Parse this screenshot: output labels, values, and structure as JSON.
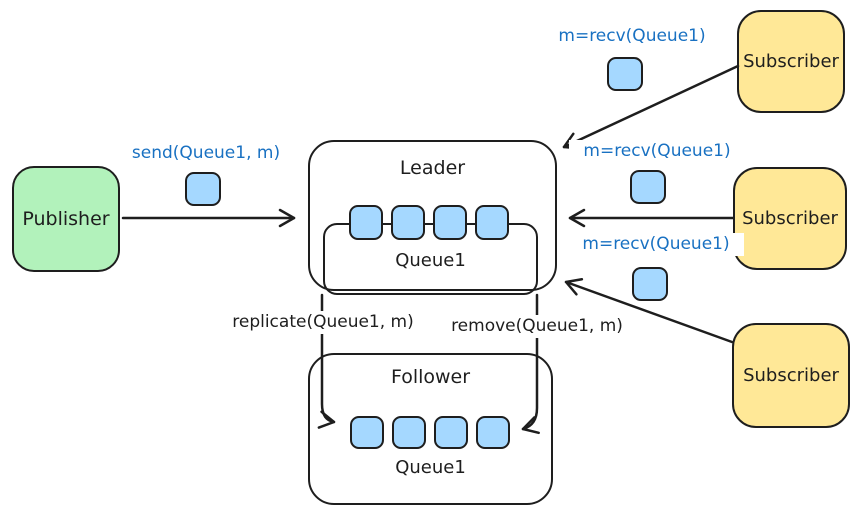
{
  "diagram": {
    "publisher": {
      "label": "Publisher"
    },
    "leader": {
      "title": "Leader",
      "queue_label": "Queue1",
      "queue_slot_count": 4
    },
    "follower": {
      "title": "Follower",
      "queue_label": "Queue1",
      "queue_slot_count": 4
    },
    "subscribers": [
      {
        "label": "Subscriber"
      },
      {
        "label": "Subscriber"
      },
      {
        "label": "Subscriber"
      }
    ],
    "edge_labels": {
      "send": "send(Queue1, m)",
      "recv_top": "m=recv(Queue1)",
      "recv_middle": "m=recv(Queue1)",
      "recv_bottom": "m=recv(Queue1)",
      "replicate": "replicate(Queue1, m)",
      "remove": "remove(Queue1, m)"
    },
    "colors": {
      "publisher_fill": "#b2f2bb",
      "subscriber_fill": "#ffe897",
      "message_fill": "#a5d8ff",
      "edge_label_blue": "#1971c2",
      "stroke": "#1e1e1e"
    }
  }
}
